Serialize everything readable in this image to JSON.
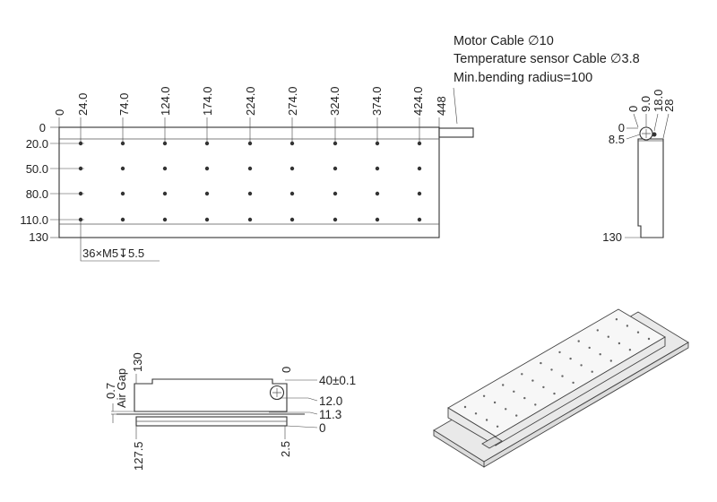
{
  "cable_notes": {
    "motor_cable": "Motor Cable ∅10",
    "temp_cable": "Temperature sensor Cable ∅3.8",
    "bending": "Min.bending radius=100"
  },
  "top_view": {
    "x_labels": [
      "0",
      "24.0",
      "74.0",
      "124.0",
      "174.0",
      "224.0",
      "274.0",
      "324.0",
      "374.0",
      "424.0",
      "448"
    ],
    "y_labels": [
      "0",
      "20.0",
      "50.0",
      "80.0",
      "110.0",
      "130"
    ],
    "hole_callout": "36×M5↧5.5"
  },
  "side_view": {
    "top_labels": [
      "0",
      "9.0",
      "18.0",
      "28"
    ],
    "left_labels": [
      "0",
      "8.5",
      "130"
    ]
  },
  "end_view": {
    "air_gap_label": "Air Gap",
    "air_gap_value": "0.7",
    "top_label": "130",
    "bottom_labels": [
      "127.5",
      "2.5"
    ],
    "top_zero": "0",
    "right_labels": [
      "40±0.1",
      "12.0",
      "11.3",
      "0"
    ]
  }
}
